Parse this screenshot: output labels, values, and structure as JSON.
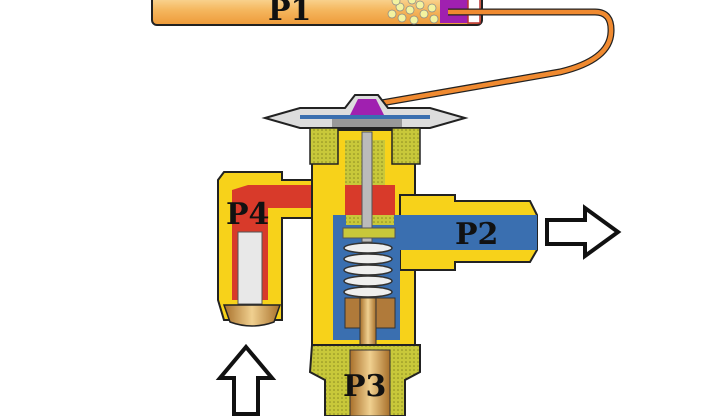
{
  "diagram": {
    "labels": {
      "p1": "P1",
      "p2": "P2",
      "p3": "P3",
      "p4": "P4"
    },
    "colors": {
      "bulb": "#f0a040",
      "capillary": "#f08a30",
      "body": "#f7d21a",
      "thread": "#c8c83a",
      "high_pressure": "#d83a2a",
      "low_pressure": "#3a6fb0",
      "diaphragm_charge": "#a020b0",
      "brass": "#c89a50"
    }
  }
}
